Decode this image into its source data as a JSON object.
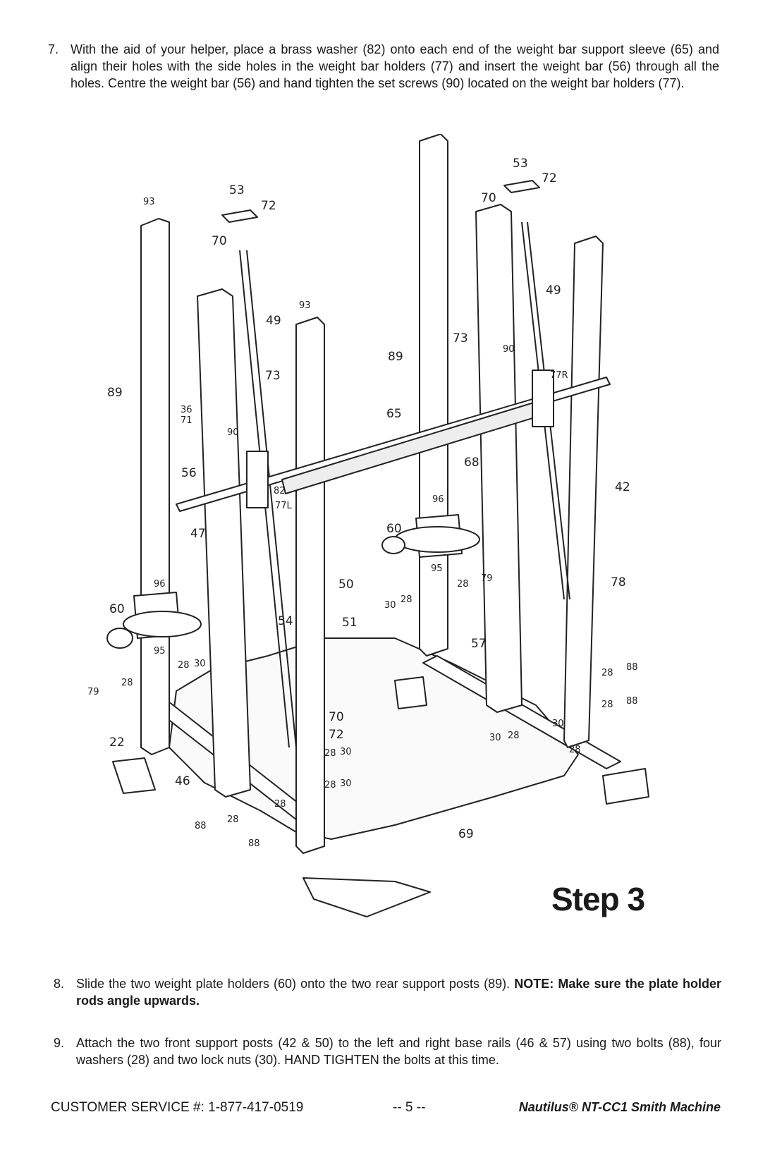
{
  "steps": {
    "s7": {
      "number": "7.",
      "text": "With the aid of your helper, place a brass washer (82) onto each end of the weight bar support sleeve (65) and align their holes with the side holes in the weight bar holders (77) and insert the weight bar (56) through all the holes. Centre the weight bar (56) and hand tighten the set screws (90) located on the weight bar holders (77)."
    },
    "s8": {
      "number": "8.",
      "text": "Slide the two weight plate holders (60) onto the two rear support posts (89).",
      "note": "NOTE: Make sure the plate holder rods angle upwards."
    },
    "s9": {
      "number": "9.",
      "text": "Attach the two front support posts (42 & 50) to the left and right base rails (46 & 57) using two bolts (88), four washers (28) and two lock nuts (30). HAND TIGHTEN the bolts at this time."
    }
  },
  "diagram": {
    "step_title": "Step 3",
    "callouts": {
      "c53a": "53",
      "c72a": "72",
      "c70a": "70",
      "c93a": "93",
      "c49a": "49",
      "c73a": "73",
      "c89a": "89",
      "c36": "36",
      "c71": "71",
      "c90a": "90",
      "c56": "56",
      "c82": "82",
      "c77L": "77L",
      "c47": "47",
      "c96a": "96",
      "c60a": "60",
      "c95a": "95",
      "c28a": "28",
      "c30a": "30",
      "c28b": "28",
      "c79a": "79",
      "c22": "22",
      "c46": "46",
      "c88a": "88",
      "c28c": "28",
      "c88b": "88",
      "c28d": "28",
      "c93b": "93",
      "c50": "50",
      "c51": "51",
      "c54": "54",
      "c70b": "70",
      "c72b": "72",
      "c28e": "28",
      "c30b": "30",
      "c28f": "28",
      "c30c": "30",
      "c69": "69",
      "c53b": "53",
      "c72c": "72",
      "c70c": "70",
      "c49b": "49",
      "c73b": "73",
      "c89b": "89",
      "c65": "65",
      "c90b": "90",
      "c77R": "77R",
      "c68": "68",
      "c42": "42",
      "c96b": "96",
      "c60b": "60",
      "c95b": "95",
      "c28g": "28",
      "c79b": "79",
      "c30d": "30",
      "c28h": "28",
      "c57": "57",
      "c78": "78",
      "c28i": "28",
      "c88c": "88",
      "c28j": "28",
      "c88d": "88",
      "c30e": "30",
      "c28k": "28",
      "c30f": "30",
      "c28l": "28"
    }
  },
  "footer": {
    "customer_service": "CUSTOMER SERVICE #: 1-877-417-0519",
    "page": "-- 5 --",
    "product": "Nautilus® NT-CC1 Smith Machine"
  }
}
